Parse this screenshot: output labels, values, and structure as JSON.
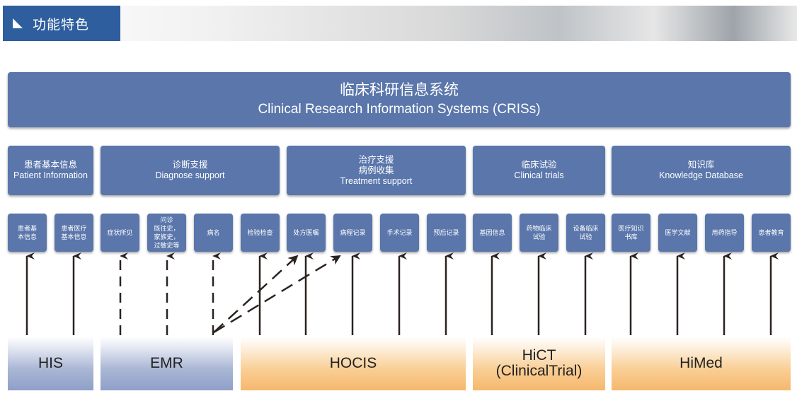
{
  "header": {
    "title": "功能特色"
  },
  "main": {
    "title_cn": "临床科研信息系统",
    "title_en": "Clinical Research Information Systems (CRISs)"
  },
  "categories": [
    {
      "cn": "患者基本信息",
      "cn2": "",
      "en": "Patient Information"
    },
    {
      "cn": "诊断支援",
      "cn2": "",
      "en": "Diagnose support"
    },
    {
      "cn": "治疗支援",
      "cn2": "病例收集",
      "en": "Treatment support"
    },
    {
      "cn": "临床试验",
      "cn2": "",
      "en": "Clinical trials"
    },
    {
      "cn": "知识库",
      "cn2": "",
      "en": "Knowledge Database"
    }
  ],
  "features": [
    "患者基\n本信息",
    "患者医疗\n基本信息",
    "症状所见",
    "问诊\n既往史，\n家族史，\n过敏史等",
    "病名",
    "检验检查",
    "处方医嘱",
    "病程记录",
    "手术记录",
    "预后记录",
    "基因信息",
    "药物临床\n试验",
    "设备临床\n试验",
    "医疗知识\n书库",
    "医学文献",
    "用药指导",
    "患者教育"
  ],
  "sources": [
    {
      "label": "HIS",
      "color": "blue"
    },
    {
      "label": "EMR",
      "color": "blue"
    },
    {
      "label": "HOCIS",
      "color": "orange"
    },
    {
      "label": "HiCT\n(ClinicalTrial)",
      "color": "orange"
    },
    {
      "label": "HiMed",
      "color": "orange"
    }
  ]
}
